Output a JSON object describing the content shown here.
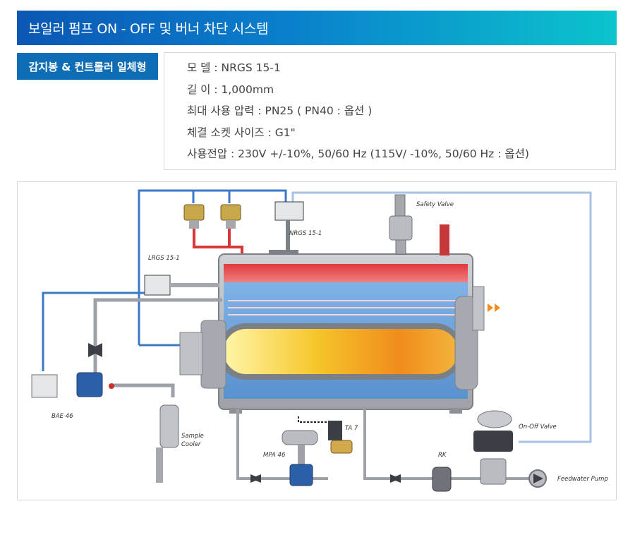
{
  "header": {
    "title": "보일러 펌프 ON - OFF 및 버너 차단 시스템"
  },
  "badge": {
    "label": "감지봉 & 컨트롤러 일체형"
  },
  "specs": [
    "모 델 : NRGS 15-1",
    "길 이 : 1,000mm",
    "최대 사용 압력 : PN25 ( PN40 : 옵션 )",
    "체결 소켓 사이즈 : G1\"",
    "사용전압 : 230V +/-10%, 50/60 Hz (115V/ -10%, 50/60 Hz : 옵션)"
  ],
  "diagram": {
    "labels": {
      "safety_valve": "Safety Valve",
      "nrgs": "NRGS 15-1",
      "lrgs": "LRGS 15-1",
      "bae": "BAE 46",
      "sample_cooler_1": "Sample",
      "sample_cooler_2": "Cooler",
      "mpa": "MPA 46",
      "ta": "TA 7",
      "rk": "RK",
      "onoff_valve": "On-Off Valve",
      "feedwater_pump": "Feedwater Pump"
    },
    "colors": {
      "signal_line": "#3a78c8",
      "signal_line_light": "#9db7de",
      "boiler_shell": "#b9bcc0",
      "steam_red": "#d8383a",
      "water_blue": "#6aa2d8",
      "flame": "#f4b51c"
    }
  }
}
